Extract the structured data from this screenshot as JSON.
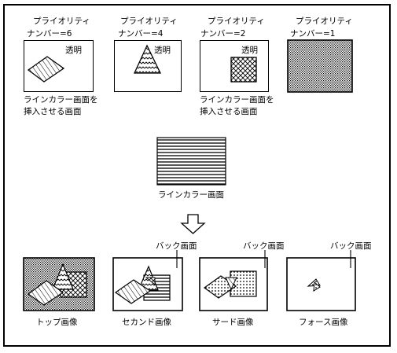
{
  "top_row": [
    {
      "priority_line1": "プライオリティ",
      "priority_line2": "ナンバー=6",
      "badge": "透明",
      "caption_line1": "ラインカラー画面を",
      "caption_line2": "挿入させる画面"
    },
    {
      "priority_line1": "プライオリティ",
      "priority_line2": "ナンバー=4",
      "badge": "透明"
    },
    {
      "priority_line1": "プライオリティ",
      "priority_line2": "ナンバー=2",
      "badge": "透明",
      "caption_line1": "ラインカラー画面を",
      "caption_line2": "挿入させる画面"
    },
    {
      "priority_line1": "プライオリティ",
      "priority_line2": "ナンバー=1"
    }
  ],
  "middle": {
    "caption": "ラインカラー画面"
  },
  "bottom_row": [
    {
      "caption": "トップ画像"
    },
    {
      "caption": "セカンド画像",
      "callout": "バック画面"
    },
    {
      "caption": "サード画像",
      "callout": "バック画面"
    },
    {
      "caption": "フォース画像",
      "callout": "バック画面"
    }
  ],
  "icons": {
    "transition_arrow": "down-arrow-icon"
  }
}
